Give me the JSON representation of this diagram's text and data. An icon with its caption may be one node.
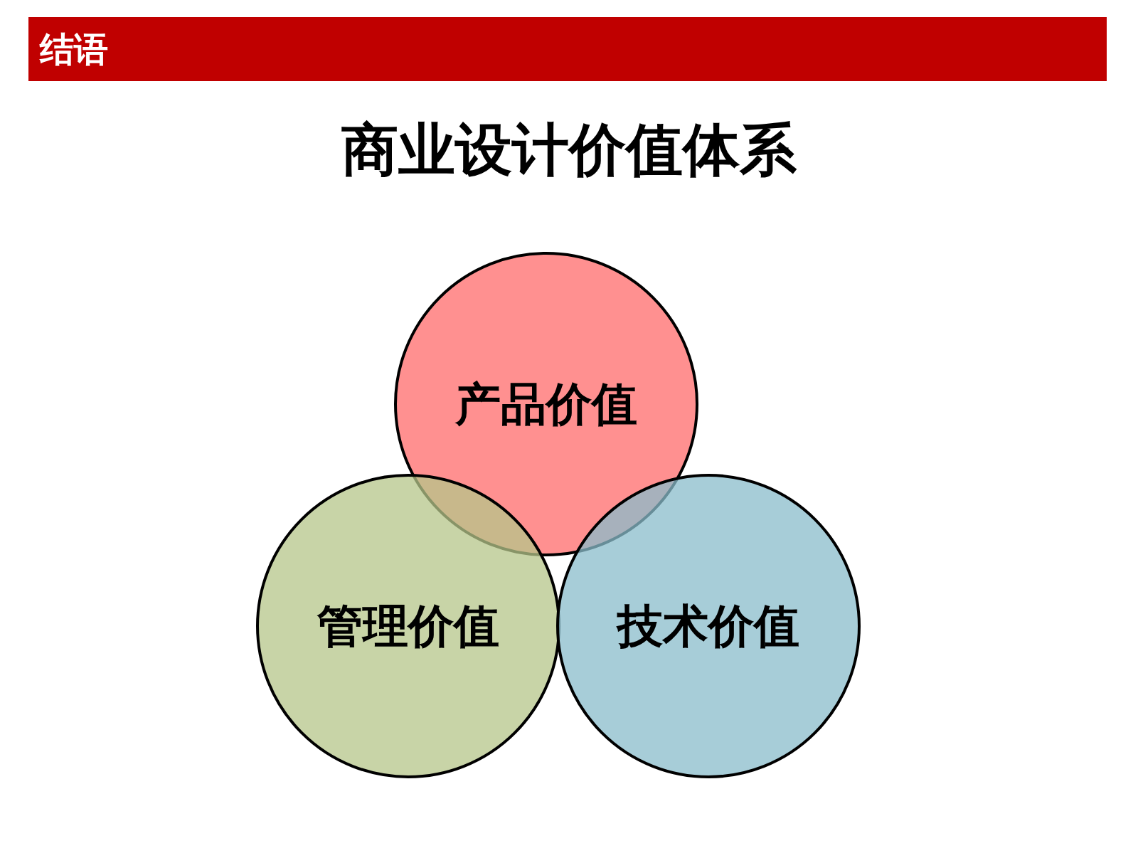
{
  "diagram": {
    "title": "商业设计价值体系",
    "nodes": [
      {
        "text": [
          "结语"
        ]
      },
      {
        "text": [
          "产品价值"
        ]
      },
      {
        "text": [
          "管理价值"
        ]
      },
      {
        "text": [
          "技术价值"
        ]
      }
    ]
  }
}
